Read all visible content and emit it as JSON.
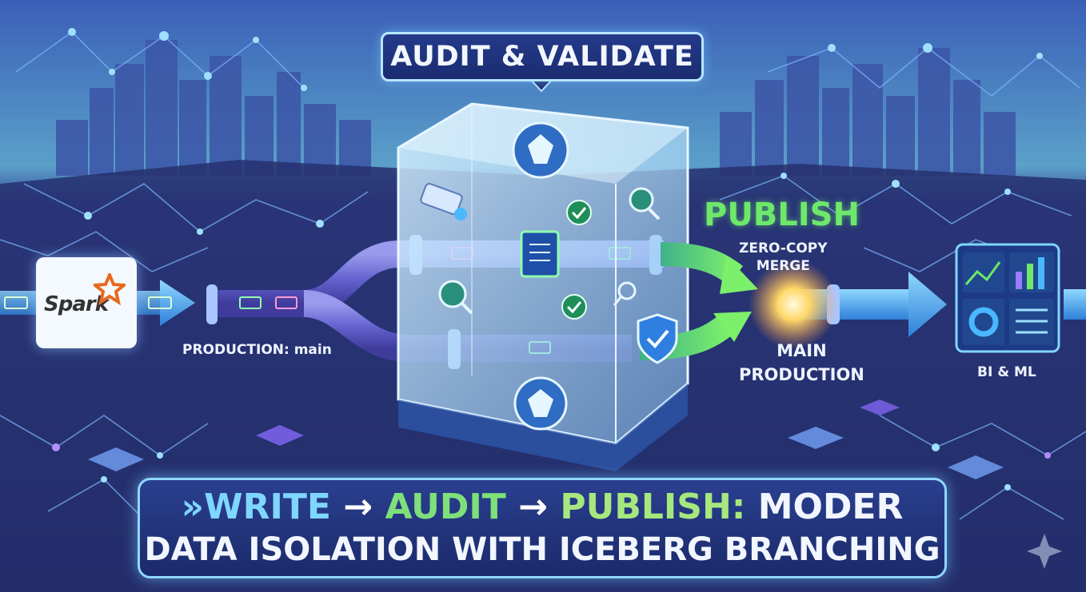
{
  "diagram": {
    "top_badge": "AUDIT & VALIDATE",
    "publish": "PUBLISH",
    "zero_copy_line1": "ZERO-COPY",
    "zero_copy_line2": "MERGE",
    "main_line1": "MAIN",
    "main_line2": "PRODUCTION",
    "production_branch": "PRODUCTION: main",
    "consumer": "BI & ML",
    "source_logo": "Spark",
    "colors": {
      "background": "#1a2460",
      "pipe_purple": "#6e6cd8",
      "publish_green": "#6ee86a",
      "output_blue": "#4aa8ff",
      "glow": "#ffd86a"
    },
    "icons": [
      "spark-logo-icon",
      "iceberg-icon",
      "camera-icon",
      "checkmark-icon",
      "magnifier-icon",
      "shield-check-icon",
      "dashboard-icon"
    ]
  },
  "title": {
    "prefix": "»",
    "write": "WRITE",
    "arrow1": "→",
    "audit": "AUDIT",
    "arrow2": "→",
    "publish": "PUBLISH:",
    "modern": "MODER",
    "line2": "DATA ISOLATION WITH ICEBERG BRANCHING"
  }
}
